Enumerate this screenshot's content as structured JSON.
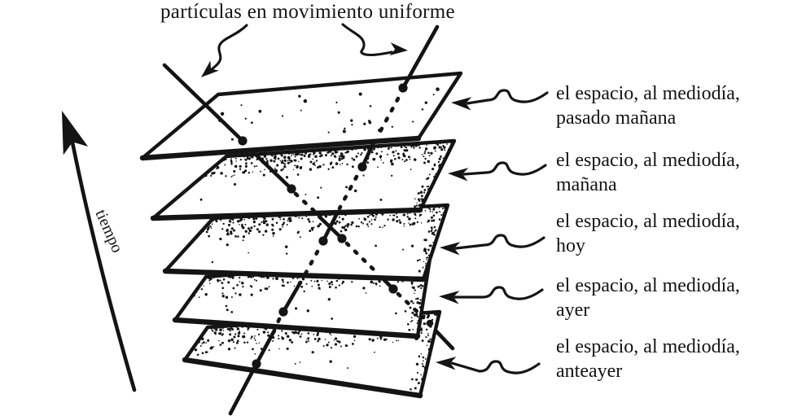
{
  "title": "partículas en movimiento uniforme",
  "time_axis_label": "tiempo",
  "colors": {
    "ink": "#141414",
    "paper": "#ffffff"
  },
  "plane_labels": [
    {
      "line1": "el espacio, al mediodía,",
      "line2": "pasado mañana"
    },
    {
      "line1": "el espacio, al mediodía,",
      "line2": "mañana"
    },
    {
      "line1": "el espacio, al mediodía,",
      "line2": "hoy"
    },
    {
      "line1": "el espacio, al mediodía,",
      "line2": "ayer"
    },
    {
      "line1": "el espacio, al mediodía,",
      "line2": "anteayer"
    }
  ]
}
